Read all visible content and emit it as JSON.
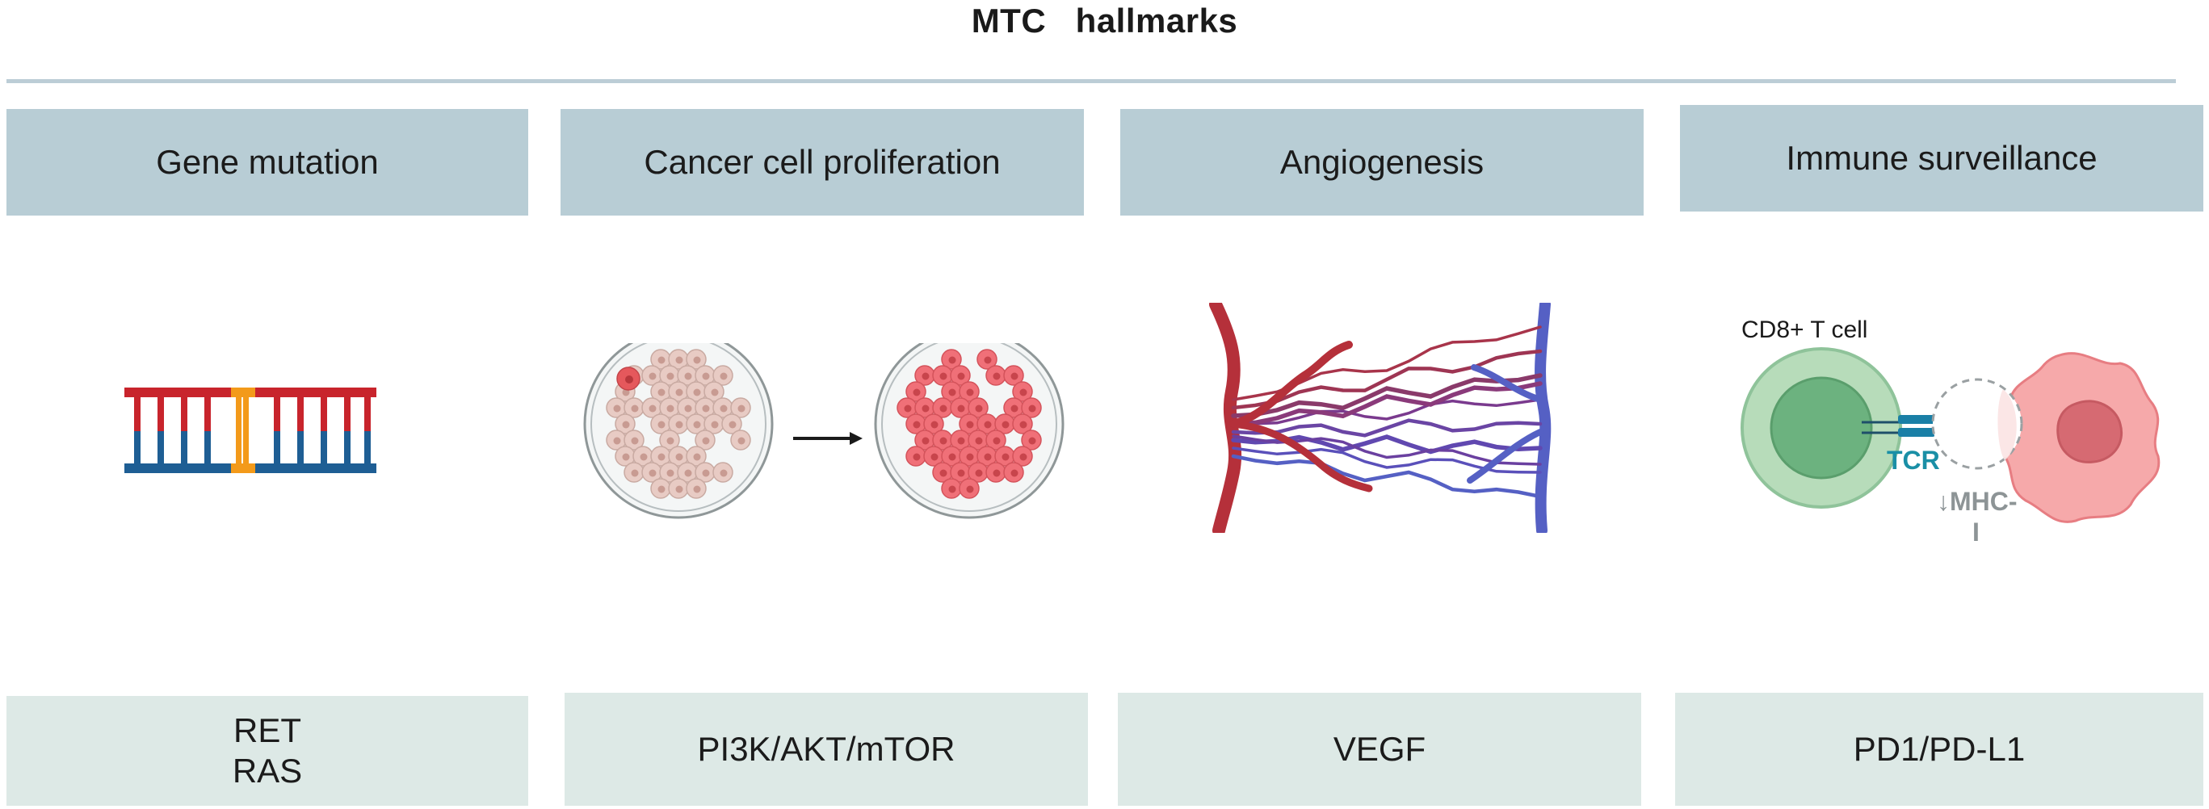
{
  "title": "MTC   hallmarks",
  "columns": [
    {
      "header": "Gene mutation",
      "footer_lines": [
        "RET",
        "RAS"
      ],
      "icon": "dna-mutation-icon"
    },
    {
      "header": "Cancer cell proliferation",
      "footer_lines": [
        "PI3K/AKT/mTOR"
      ],
      "icon": "petri-dish-proliferation-icon"
    },
    {
      "header": "Angiogenesis",
      "footer_lines": [
        "VEGF"
      ],
      "icon": "blood-vessels-icon"
    },
    {
      "header": "Immune surveillance",
      "footer_lines": [
        "PD1/PD-L1"
      ],
      "icon": "immune-cell-interaction-icon"
    }
  ],
  "immune_labels": {
    "t_cell": "CD8+ T cell",
    "tcr": "TCR",
    "mhc_line1": "↓MHC-",
    "mhc_line2": "I"
  },
  "colors": {
    "header_bg": "#b8cdd5",
    "footer_bg": "#dde9e6",
    "dna_red": "#c8242c",
    "dna_blue": "#1e5e94",
    "dna_mutation": "#f39a1a",
    "artery": "#b5303a",
    "vein": "#5560c4",
    "capillary": "#7a3a8e",
    "tcell_green": "#7fbf8c",
    "tcr_teal": "#1a8fa6",
    "tumor_pink": "#f08a8e"
  }
}
